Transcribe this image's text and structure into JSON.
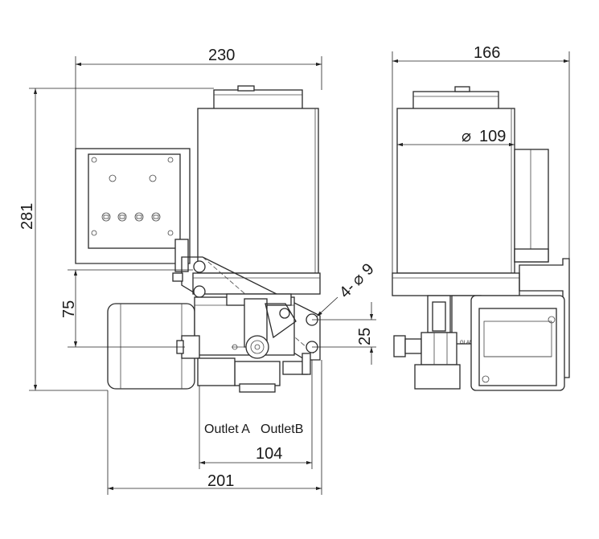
{
  "dimensions": {
    "front_width": "230",
    "side_width": "166",
    "height": "281",
    "reservoir_diameter": "109",
    "diameter_symbol": "⌀",
    "mount_holes": "4-",
    "mount_hole_diameter": "9",
    "mount_height": "75",
    "hole_spacing": "25",
    "outlet_span": "104",
    "base_width": "201"
  },
  "labels": {
    "outlet_a": "Outlet A",
    "outlet_b": "OutletB",
    "gland": "GLAN"
  }
}
